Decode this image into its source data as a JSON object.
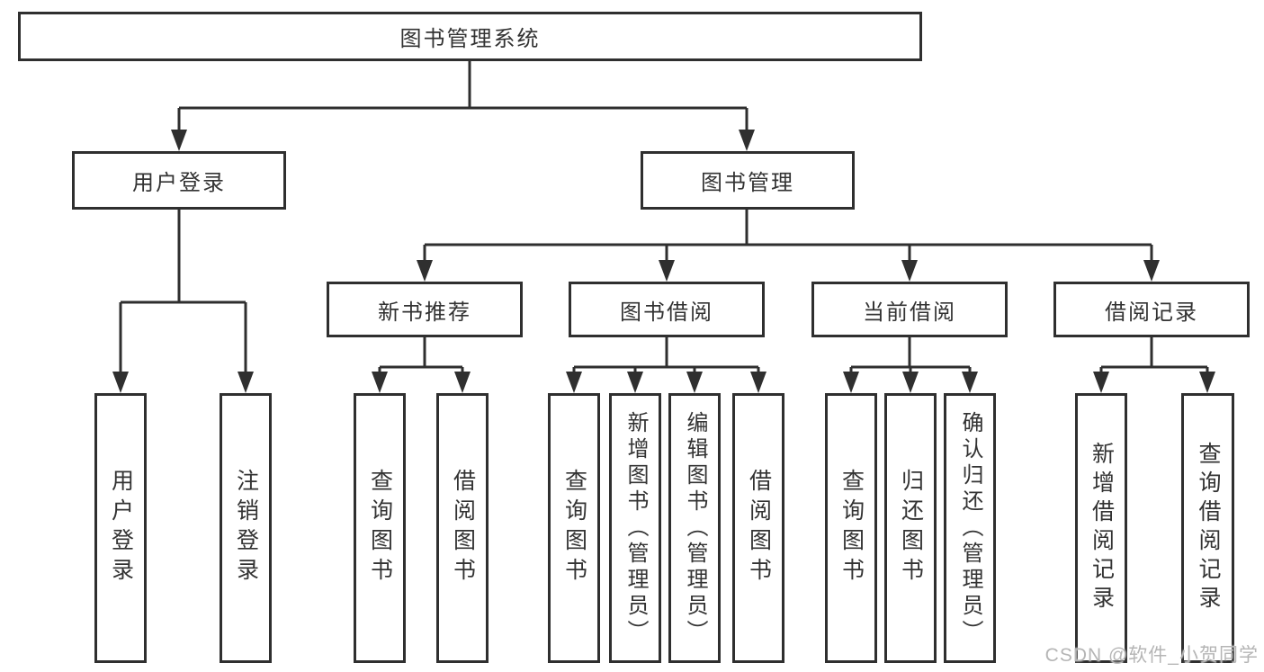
{
  "tree": {
    "root": {
      "label": "图书管理系统"
    },
    "branches": [
      {
        "label": "用户登录",
        "children": [
          {
            "label": "用户登录"
          },
          {
            "label": "注销登录"
          }
        ]
      },
      {
        "label": "图书管理",
        "children": [
          {
            "label": "新书推荐",
            "children": [
              {
                "label": "查询图书"
              },
              {
                "label": "借阅图书"
              }
            ]
          },
          {
            "label": "图书借阅",
            "children": [
              {
                "label": "查询图书"
              },
              {
                "label": "新增图书（管理员）"
              },
              {
                "label": "编辑图书（管理员）"
              },
              {
                "label": "借阅图书"
              }
            ]
          },
          {
            "label": "当前借阅",
            "children": [
              {
                "label": "查询图书"
              },
              {
                "label": "归还图书"
              },
              {
                "label": "确认归还（管理员）"
              }
            ]
          },
          {
            "label": "借阅记录",
            "children": [
              {
                "label": "新增借阅记录"
              },
              {
                "label": "查询借阅记录"
              }
            ]
          }
        ]
      }
    ]
  },
  "watermark": {
    "text": "CSDN @软件_小贺同学"
  },
  "colors": {
    "line": "#2f2f2f",
    "box_border": "#2f2f2f",
    "text": "#333333",
    "watermark": "#b5b5b5",
    "background": "#ffffff"
  }
}
